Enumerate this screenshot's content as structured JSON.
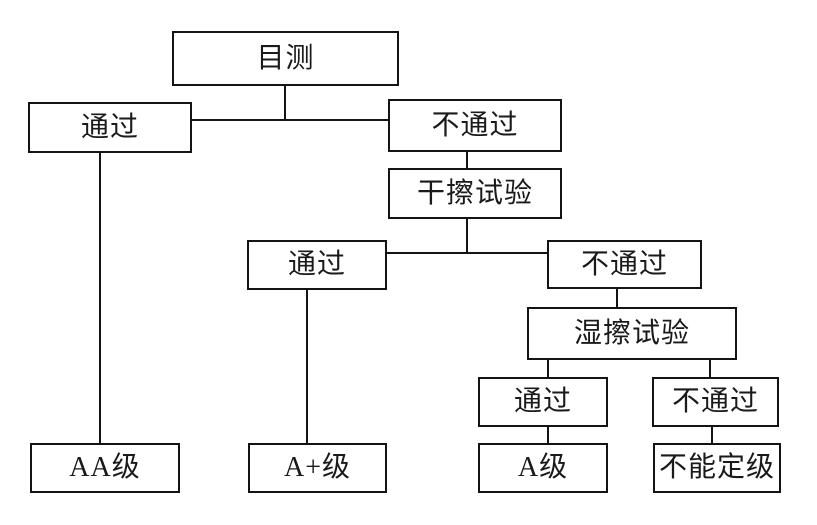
{
  "diagram": {
    "type": "flowchart",
    "background_color": "#ffffff",
    "line_color": "#141414",
    "text_color": "#1a1a1a",
    "nodes": {
      "visual_test": {
        "label": "目测"
      },
      "pass_1": {
        "label": "通过"
      },
      "fail_1": {
        "label": "不通过"
      },
      "dry_rub_test": {
        "label": "干擦试验"
      },
      "pass_2": {
        "label": "通过"
      },
      "fail_2": {
        "label": "不通过"
      },
      "wet_rub_test": {
        "label": "湿擦试验"
      },
      "pass_3": {
        "label": "通过"
      },
      "fail_3": {
        "label": "不通过"
      },
      "grade_aa": {
        "label": "AA级"
      },
      "grade_a_plus": {
        "label": "A+级"
      },
      "grade_a": {
        "label": "A级"
      },
      "grade_none": {
        "label": "不能定级"
      }
    },
    "edges": [
      {
        "from": "visual_test",
        "to": "pass_1"
      },
      {
        "from": "visual_test",
        "to": "fail_1"
      },
      {
        "from": "pass_1",
        "to": "grade_aa"
      },
      {
        "from": "fail_1",
        "to": "dry_rub_test"
      },
      {
        "from": "dry_rub_test",
        "to": "pass_2"
      },
      {
        "from": "dry_rub_test",
        "to": "fail_2"
      },
      {
        "from": "pass_2",
        "to": "grade_a_plus"
      },
      {
        "from": "fail_2",
        "to": "wet_rub_test"
      },
      {
        "from": "wet_rub_test",
        "to": "pass_3"
      },
      {
        "from": "wet_rub_test",
        "to": "fail_3"
      },
      {
        "from": "pass_3",
        "to": "grade_a"
      },
      {
        "from": "fail_3",
        "to": "grade_none"
      }
    ]
  }
}
